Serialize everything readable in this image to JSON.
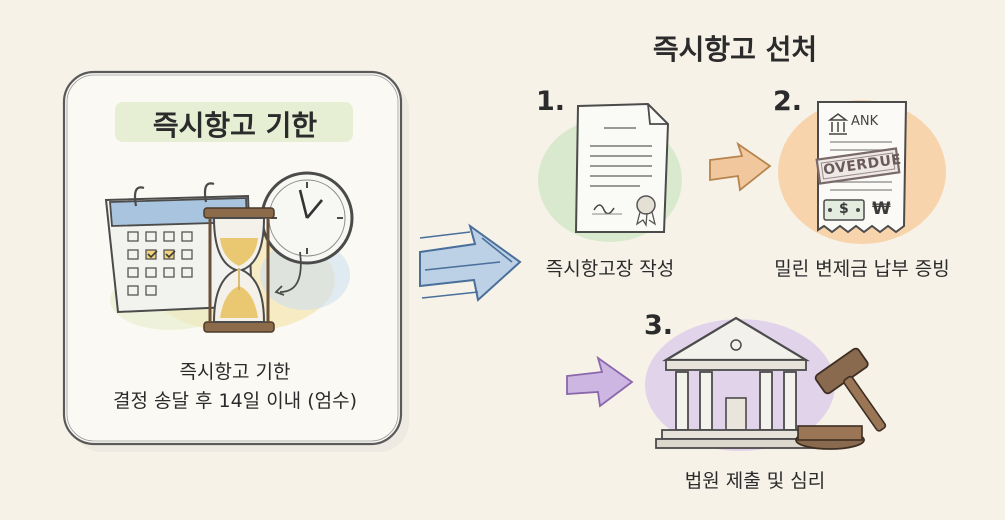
{
  "left_card": {
    "title": "즉시항고 기한",
    "subtitle_line1": "즉시항고 기한",
    "subtitle_line2": "결정 송달 후 14일 이내 (엄수)"
  },
  "right_section": {
    "title": "즉시항고 선처",
    "steps": [
      {
        "number": "1.",
        "label": "즉시항고장 작성",
        "icon": "document-icon"
      },
      {
        "number": "2.",
        "label": "밀린 변제금 납부 증빙",
        "icon": "overdue-receipt-icon"
      },
      {
        "number": "3.",
        "label": "법원 제출 및 심리",
        "icon": "courthouse-gavel-icon"
      }
    ]
  },
  "receipt": {
    "bank_text": "ANK",
    "stamp_text": "OVERDUE",
    "currency_symbols": [
      "$",
      "₩"
    ]
  },
  "colors": {
    "background": "#f6f2e8",
    "step1_blob": "#cfe6c4",
    "step2_blob": "#f8c99a",
    "step3_blob": "#d9c8ea",
    "arrow_main": "#4a6f9a",
    "arrow_orange": "#d99a5a",
    "arrow_purple": "#a07cc2",
    "hourglass_sand": "#e9c46a"
  }
}
